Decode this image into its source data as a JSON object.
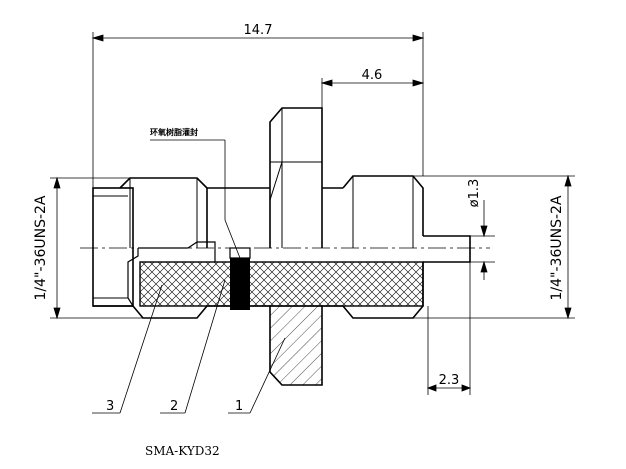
{
  "dimensions": {
    "overall_length": "14.7",
    "nut_to_end": "4.6",
    "pin_diameter": "ø1.3",
    "pin_extension": "2.3",
    "thread_left": "1/4\"-36UNS-2A",
    "thread_right": "1/4\"-36UNS-2A"
  },
  "callouts": {
    "part1": "1",
    "part2": "2",
    "part3": "3"
  },
  "annotation_note": "环氧树脂灌封",
  "model_label": "SMA-KYD32",
  "colors": {
    "line": "#000000",
    "seal": "#000000",
    "background": "#ffffff"
  }
}
